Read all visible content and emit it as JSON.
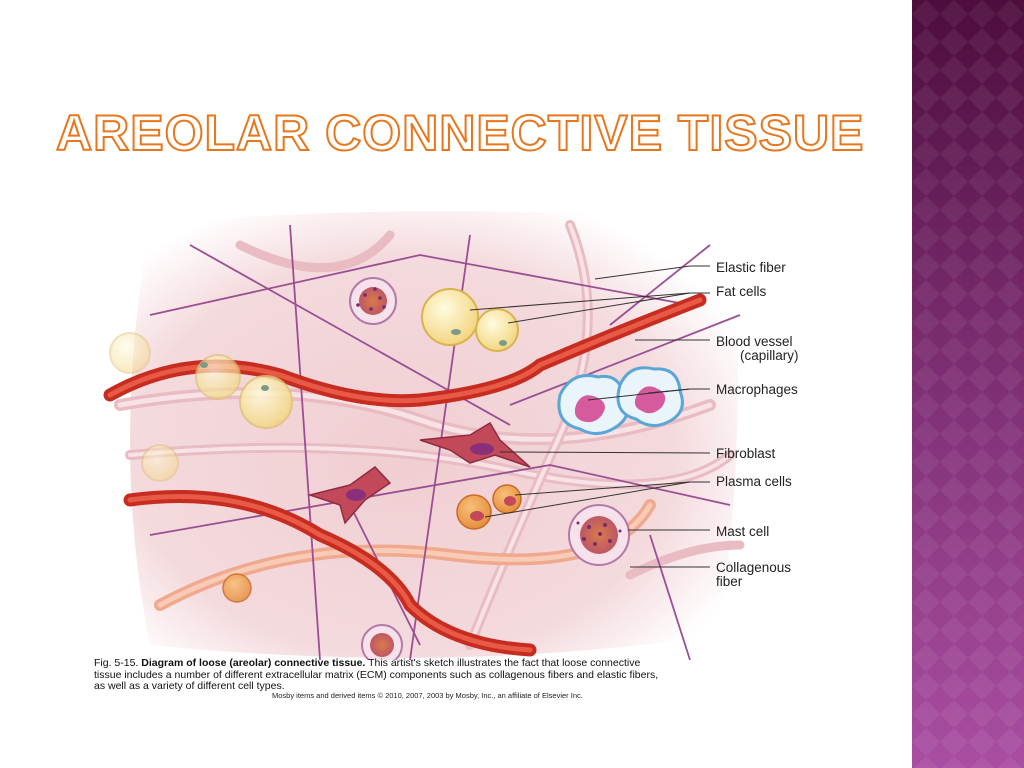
{
  "slide": {
    "title": "AREOLAR CONNECTIVE TISSUE"
  },
  "figure": {
    "labels": {
      "elastic_fiber": "Elastic fiber",
      "fat_cells": "Fat cells",
      "blood_vessel": "Blood vessel",
      "blood_vessel_sub": "(capillary)",
      "macrophages": "Macrophages",
      "fibroblast": "Fibroblast",
      "plasma_cells": "Plasma cells",
      "mast_cell": "Mast cell",
      "collagenous": "Collagenous",
      "collagenous_sub": "fiber"
    },
    "caption": {
      "fig_number": "Fig. 5-15.",
      "bold_title": "Diagram of loose (areolar) connective tissue.",
      "text_line1": "This artist's sketch illustrates the fact that loose connective",
      "text_line2": "tissue includes a number of different extracellular matrix (ECM) components such as collagenous fibers and elastic fibers,",
      "text_line3": "as well as a variety of different cell types."
    },
    "credit": "Mosby items and derived items © 2010, 2007, 2003 by Mosby, Inc., an affiliate of Elsevier Inc."
  },
  "colors": {
    "title_outline": "#e8761c",
    "side_band_top": "#4d0d3d",
    "side_band_bottom": "#a94ea2",
    "tissue_bg": "#f2d3d6",
    "blood_vessel": "#d9392b",
    "elastic_fiber": "#8f4a86"
  }
}
